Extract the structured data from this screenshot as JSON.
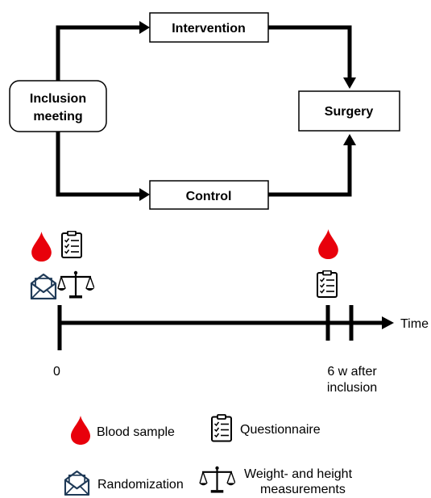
{
  "flow": {
    "inclusion_line1": "Inclusion",
    "inclusion_line2": "meeting",
    "intervention": "Intervention",
    "control": "Control",
    "surgery": "Surgery"
  },
  "timeline": {
    "axis_label": "Time",
    "start_label": "0",
    "end_label_line1": "6 w after",
    "end_label_line2": "inclusion"
  },
  "legend": {
    "blood_sample": "Blood sample",
    "questionnaire": "Questionnaire",
    "randomization": "Randomization",
    "weight_line1": "Weight- and height",
    "weight_line2": "measurements"
  },
  "colors": {
    "blood": "#e8000b",
    "envelope": "#1f3a57",
    "ink": "#000000"
  },
  "icons": [
    "blood-drop-icon",
    "clipboard-icon",
    "envelope-icon",
    "scale-icon"
  ]
}
